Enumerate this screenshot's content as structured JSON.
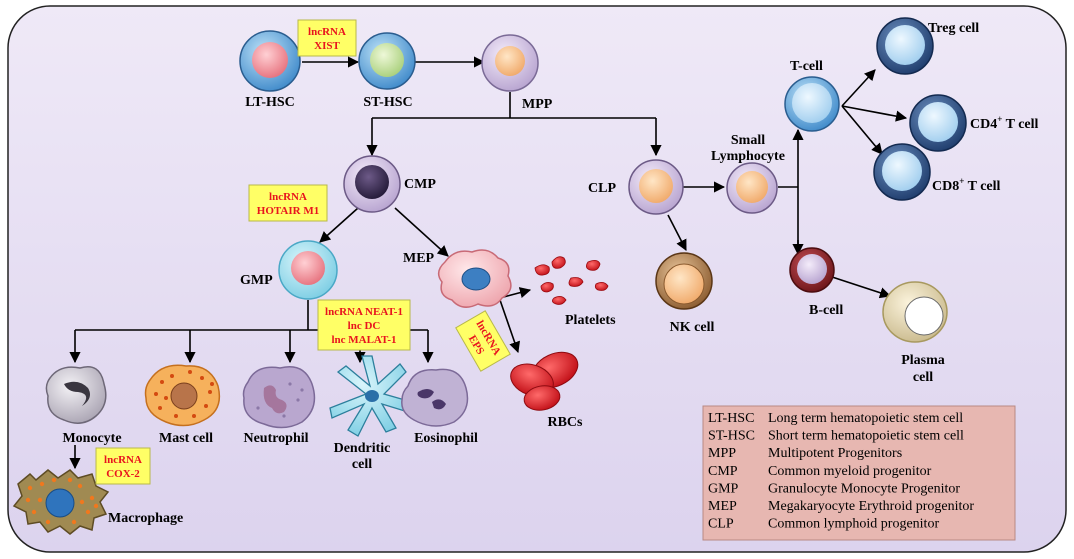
{
  "cells": {
    "lt_hsc": "LT-HSC",
    "st_hsc": "ST-HSC",
    "mpp": "MPP",
    "cmp": "CMP",
    "clp": "CLP",
    "gmp": "GMP",
    "mep": "MEP",
    "small_lymphocyte_1": "Small",
    "small_lymphocyte_2": "Lymphocyte",
    "t_cell": "T-cell",
    "b_cell": "B-cell",
    "treg_cell": "Treg cell",
    "cd4_prefix": "CD4",
    "cd4_sup": "+",
    "cd4_suffix": " T cell",
    "cd8_prefix": "CD8",
    "cd8_sup": "+",
    "cd8_suffix": " T cell",
    "nk_cell": "NK cell",
    "plasma_cell_1": "Plasma",
    "plasma_cell_2": "cell",
    "platelets": "Platelets",
    "rbcs": "RBCs",
    "monocyte": "Monocyte",
    "mast_cell": "Mast cell",
    "neutrophil": "Neutrophil",
    "dendritic_cell_1": "Dendritic",
    "dendritic_cell_2": "cell",
    "eosinophil": "Eosinophil",
    "macrophage": "Macrophage"
  },
  "lncrna": {
    "xist_1": "lncRNA",
    "xist_2": "XIST",
    "hotair_1": "lncRNA",
    "hotair_2": "HOTAIR M1",
    "neat_1": "lncRNA NEAT-1",
    "neat_2": "lnc DC",
    "neat_3": "lnc MALAT-1",
    "eps_1": "lncRNA",
    "eps_2": "EPS",
    "cox_1": "lncRNA",
    "cox_2": "COX-2"
  },
  "legend": [
    {
      "abbr": "LT-HSC",
      "full": "Long term hematopoietic stem cell"
    },
    {
      "abbr": "ST-HSC",
      "full": "Short term hematopoietic stem cell"
    },
    {
      "abbr": "MPP",
      "full": "Multipotent Progenitors"
    },
    {
      "abbr": "CMP",
      "full": "Common myeloid progenitor"
    },
    {
      "abbr": "GMP",
      "full": "Granulocyte Monocyte Progenitor"
    },
    {
      "abbr": "MEP",
      "full": "Megakaryocyte Erythroid progenitor"
    },
    {
      "abbr": "CLP",
      "full": "Common lymphoid progenitor"
    }
  ],
  "colors": {
    "panel_bg": "#e6def2",
    "lnc_box": "#ffff66",
    "lnc_text": "#e8141e",
    "legend_bg": "#e7b7b1",
    "rbc": "#e8141e"
  }
}
